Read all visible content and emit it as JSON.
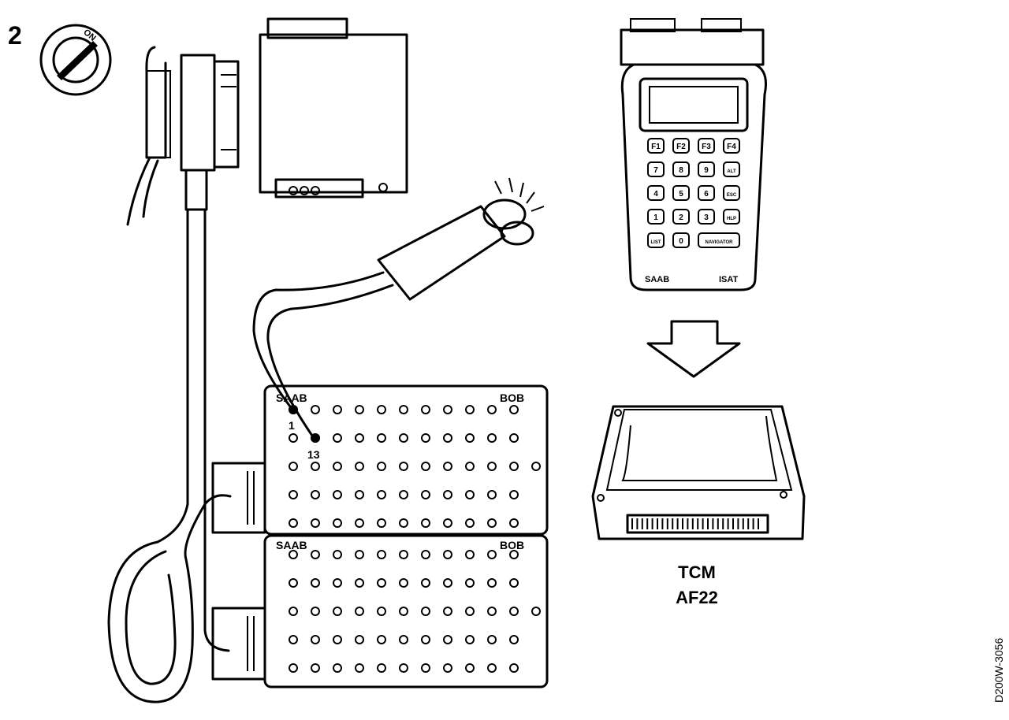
{
  "step_number": "2",
  "ignition_label": "ON",
  "bob_top": {
    "brand": "SAAB",
    "model": "BOB",
    "pin_a": "1",
    "pin_b": "13"
  },
  "bob_bottom": {
    "brand": "SAAB",
    "model": "BOB"
  },
  "isat": {
    "brand": "SAAB",
    "name": "ISAT",
    "keys_row1": [
      "F1",
      "F2",
      "F3",
      "F4"
    ],
    "keys_row2": [
      "7",
      "8",
      "9",
      "ALT"
    ],
    "keys_row3": [
      "4",
      "5",
      "6",
      "ESC"
    ],
    "keys_row4": [
      "1",
      "2",
      "3",
      "HLP"
    ],
    "keys_row5": [
      "LIST",
      "0",
      "NAVIGATOR"
    ]
  },
  "module": {
    "line1": "TCM",
    "line2": "AF22"
  },
  "figure_code": "D200W-3056"
}
